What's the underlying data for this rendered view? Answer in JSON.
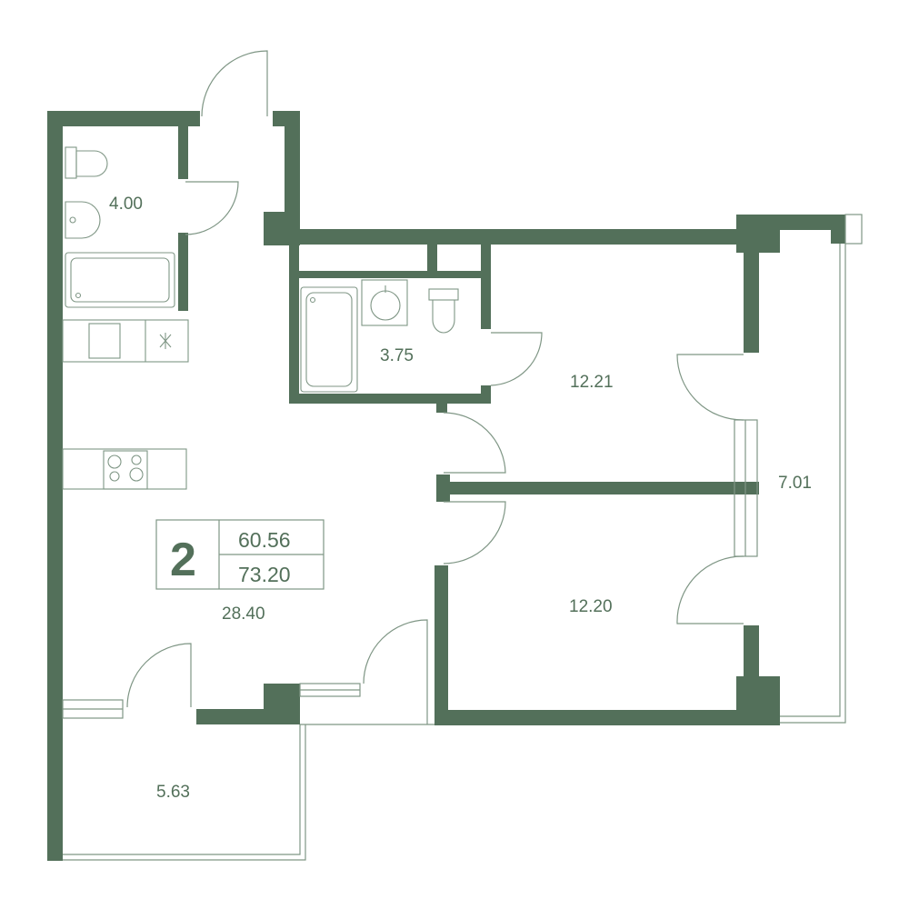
{
  "plan": {
    "rooms_count": "2",
    "living_area": "60.56",
    "total_area": "73.20",
    "rooms": {
      "bathroom_small": "4.00",
      "bathroom_main": "3.75",
      "bedroom_upper": "12.21",
      "bedroom_lower": "12.20",
      "balcony_right": "7.01",
      "living_kitchen": "28.40",
      "balcony_lower": "5.63"
    }
  }
}
